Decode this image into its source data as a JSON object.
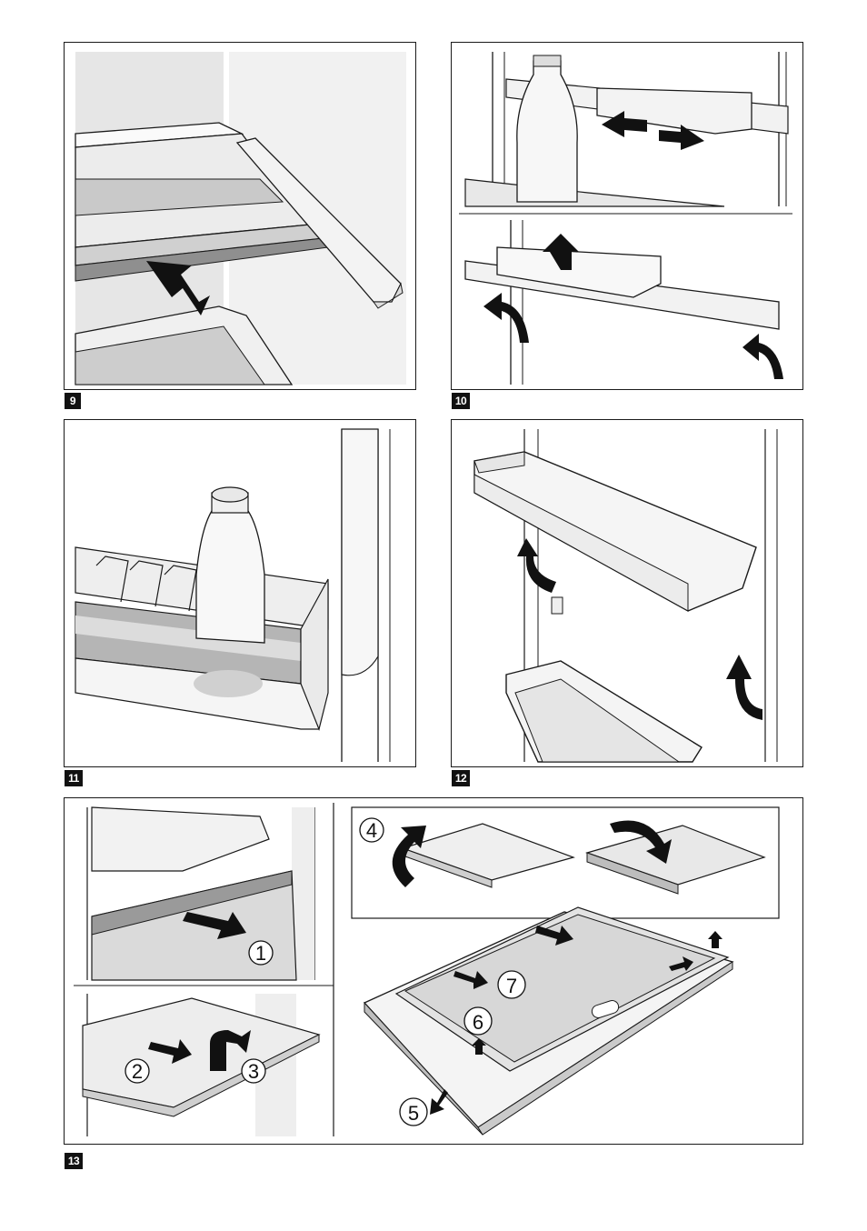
{
  "figures": [
    {
      "number": "9"
    },
    {
      "number": "10"
    },
    {
      "number": "11"
    },
    {
      "number": "12"
    },
    {
      "number": "13"
    }
  ],
  "fig13_steps": [
    "1",
    "2",
    "3",
    "4",
    "5",
    "6",
    "7"
  ],
  "colors": {
    "line": "#1a1a1a",
    "shade_light": "#eeeeee",
    "shade_mid": "#d9d9d9",
    "shade_dark": "#9a9a9a",
    "arrow_fill": "#111111"
  },
  "illustrations": {
    "fig9": "shelf-insertion-illustration",
    "fig10": "door-shelf-bottle-illustration",
    "fig11": "door-shelf-milk-bottle-illustration",
    "fig12": "door-shelf-removal-illustration",
    "fig13": "glass-shelf-disassembly-illustration"
  }
}
